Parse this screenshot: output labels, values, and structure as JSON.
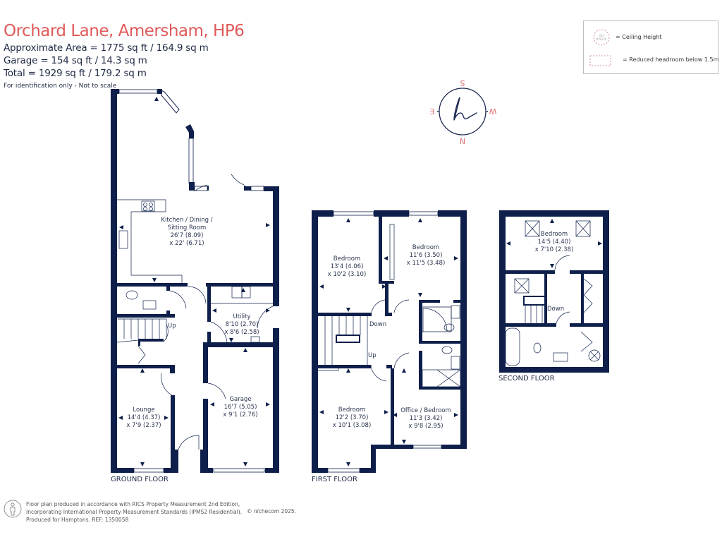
{
  "header": {
    "title": "Orchard Lane, Amersham, HP6",
    "approx_area": "Approximate Area = 1775 sq ft / 164.9 sq m",
    "garage_area": "Garage = 154 sq ft / 14.3 sq m",
    "total_area": "Total = 1929 sq ft / 179.2 sq m",
    "disclaimer": "For identification only - Not to scale"
  },
  "legend": {
    "ceiling_height_symbol": "CH 8'5/2.6",
    "ceiling_height_label": "= Ceiling Height",
    "reduced_headroom_label": "= Reduced headroom below 1.5m"
  },
  "compass": {
    "top": "S",
    "bottom": "N",
    "left": "E",
    "right": "W",
    "logo": "h"
  },
  "floors": {
    "ground": {
      "label": "GROUND FLOOR",
      "rooms": [
        {
          "name": "Kitchen / Dining /",
          "name2": "Sitting Room",
          "dim1": "26'7 (8.09)",
          "dim2": "x 22' (6.71)"
        },
        {
          "name": "Utility",
          "dim1": "8'10 (2.70)",
          "dim2": "x 8'6 (2.58)"
        },
        {
          "name": "Lounge",
          "dim1": "14'4 (4.37)",
          "dim2": "x 7'9 (2.37)"
        },
        {
          "name": "Garage",
          "dim1": "16'7 (5.05)",
          "dim2": "x 9'1 (2.76)"
        }
      ],
      "stairs_label": "Up"
    },
    "first": {
      "label": "FIRST FLOOR",
      "rooms": [
        {
          "name": "Bedroom",
          "dim1": "13'4 (4.06)",
          "dim2": "x 10'2 (3.10)"
        },
        {
          "name": "Bedroom",
          "dim1": "11'6 (3.50)",
          "dim2": "x 11'5 (3.48)"
        },
        {
          "name": "Bedroom",
          "dim1": "12'2 (3.70)",
          "dim2": "x 10'1 (3.08)"
        },
        {
          "name": "Office / Bedroom",
          "dim1": "11'3 (3.42)",
          "dim2": "x 9'8 (2.95)"
        }
      ],
      "stairs_down": "Down",
      "stairs_up": "Up"
    },
    "second": {
      "label": "SECOND FLOOR",
      "rooms": [
        {
          "name": "Bedroom",
          "dim1": "14'5 (4.40)",
          "dim2": "x 7'10 (2.38)"
        }
      ],
      "stairs_down": "Down"
    }
  },
  "footer": {
    "line1": "Floor plan produced in accordance with RICS Property Measurement 2nd Edition,",
    "line2": "Incorporating International Property Measurement Standards (IPMS2 Residential).",
    "line3": "Produced for Hamptons.   REF:  1350058",
    "copyright": "© nïchecom 2025."
  },
  "colors": {
    "title": "#e05a5a",
    "wall": "#0d1f4a",
    "text": "#1f2a44",
    "compass_letters": "#e07070"
  }
}
